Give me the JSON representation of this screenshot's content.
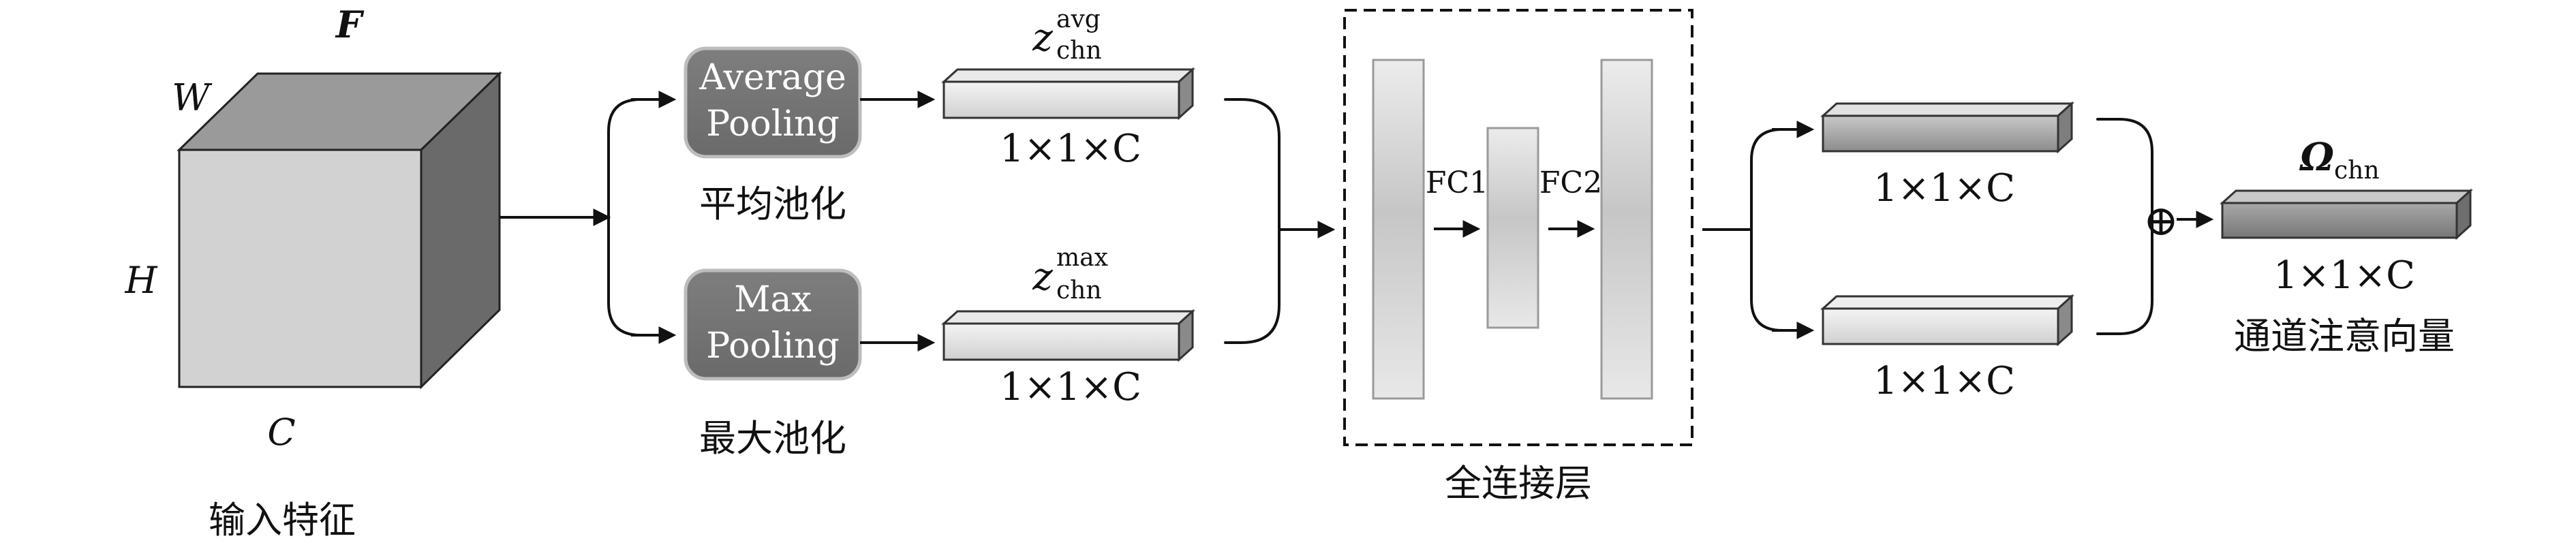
{
  "input": {
    "symbol": "F",
    "dim_w": "W",
    "dim_h": "H",
    "dim_c": "C",
    "caption": "输入特征"
  },
  "avg_branch": {
    "box_line1": "Average",
    "box_line2": "Pooling",
    "caption": "平均池化",
    "vector_base": "z",
    "vector_sub": "chn",
    "vector_sup": "avg",
    "size_label": "1×1×C"
  },
  "max_branch": {
    "box_line1": "Max",
    "box_line2": "Pooling",
    "caption": "最大池化",
    "vector_base": "z",
    "vector_sub": "chn",
    "vector_sup": "max",
    "size_label": "1×1×C"
  },
  "fc_block": {
    "fc1_label": "FC1",
    "fc2_label": "FC2",
    "caption": "全连接层"
  },
  "outputs": {
    "top_size_label": "1×1×C",
    "bottom_size_label": "1×1×C",
    "sum_symbol": "⊕"
  },
  "result": {
    "symbol": "Ω",
    "sub": "chn",
    "size_label": "1×1×C",
    "caption": "通道注意向量"
  }
}
